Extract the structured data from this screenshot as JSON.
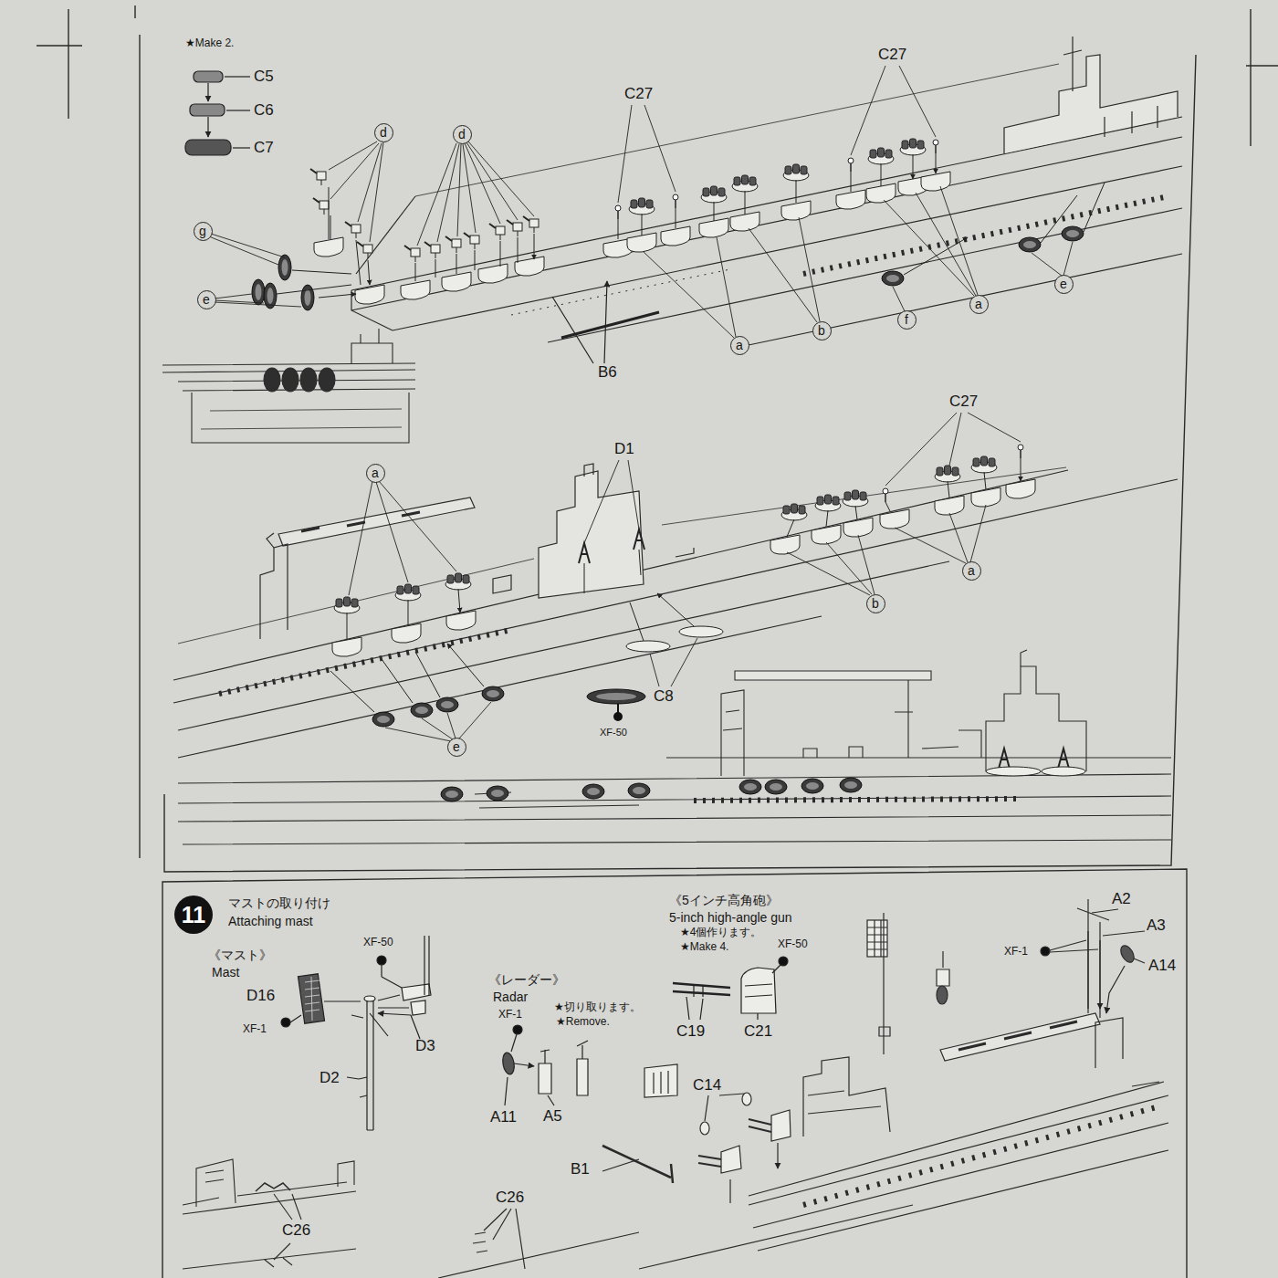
{
  "diagram": {
    "nodes": [
      {
        "text": [
          "d"
        ]
      },
      {
        "text": [
          "d"
        ]
      },
      {
        "text": [
          "g"
        ]
      },
      {
        "text": [
          "e"
        ]
      },
      {
        "text": [
          "a"
        ]
      },
      {
        "text": [
          "b"
        ]
      },
      {
        "text": [
          "f"
        ]
      },
      {
        "text": [
          "a"
        ]
      },
      {
        "text": [
          "e"
        ]
      },
      {
        "text": [
          "a"
        ]
      },
      {
        "text": [
          "a"
        ]
      },
      {
        "text": [
          "b"
        ]
      },
      {
        "text": [
          "e"
        ]
      },
      {
        "text": [
          "11"
        ]
      }
    ],
    "labels": [
      "★Make 2.",
      "C5",
      "C6",
      "C7",
      "C27",
      "C27",
      "B6",
      "C27",
      "D1",
      "C8",
      "XF-50",
      "マストの取り付け",
      "Attaching mast",
      "《マスト》",
      "Mast",
      "XF-50",
      "D16",
      "XF-1",
      "D3",
      "D2",
      "《レーダー》",
      "Radar",
      "XF-1",
      "★切り取ります。",
      "★Remove.",
      "A11",
      "A5",
      "《5インチ高角砲》",
      "5-inch high-angle gun",
      "★4個作ります。",
      "★Make 4.",
      "XF-50",
      "C19",
      "C21",
      "A2",
      "A3",
      "XF-1",
      "A14",
      "C14",
      "B1",
      "C26",
      "C26"
    ]
  }
}
